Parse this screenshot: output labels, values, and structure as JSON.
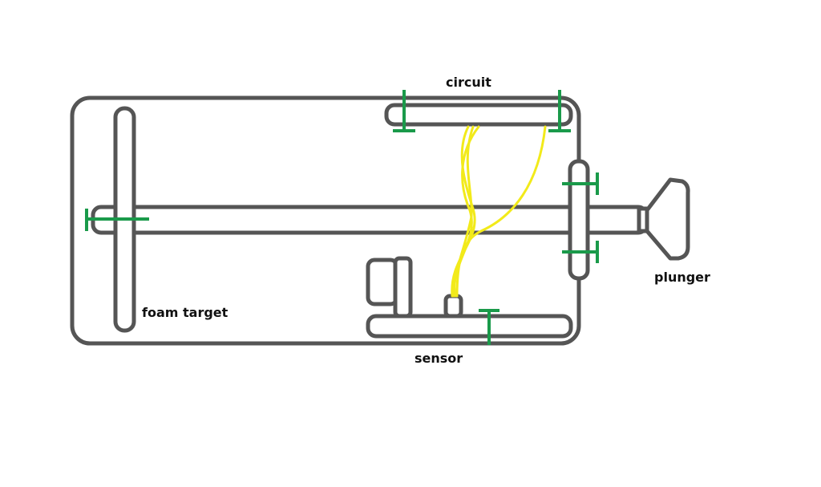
{
  "labels": {
    "circuit": "circuit",
    "plunger": "plunger",
    "foam_target": "foam target",
    "sensor": "sensor"
  },
  "colors": {
    "outline": "#555555",
    "mount": "#1a9a4a",
    "wire": "#f2ea1a",
    "background": "#ffffff"
  }
}
